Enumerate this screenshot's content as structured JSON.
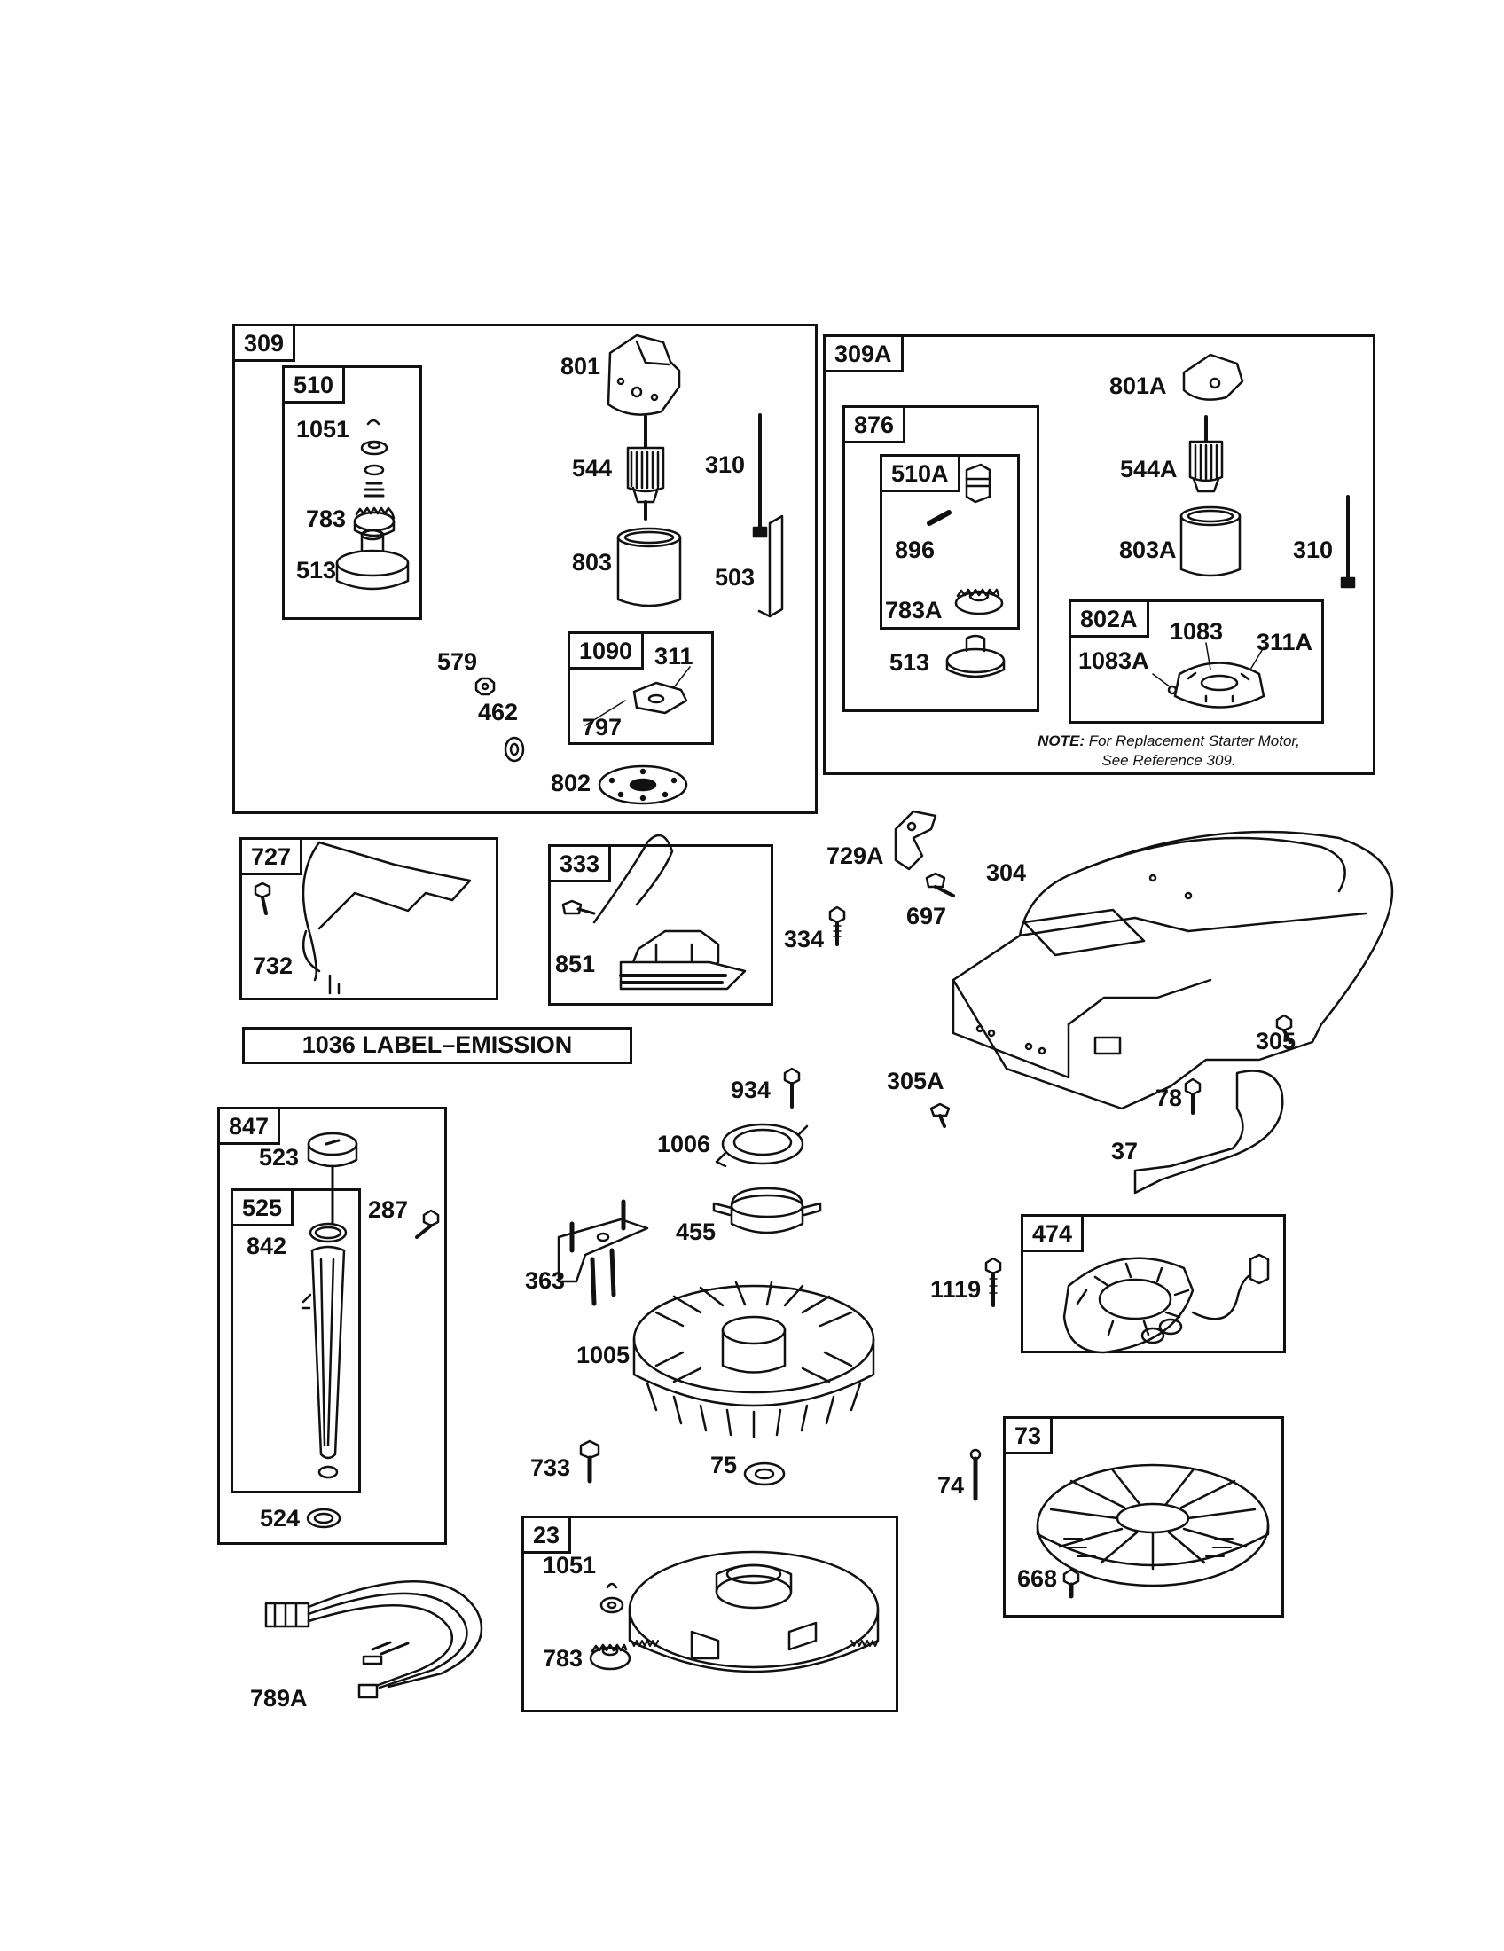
{
  "groups": {
    "g309": "309",
    "g510": "510",
    "g1090": "1090",
    "g309A": "309A",
    "g876": "876",
    "g510A": "510A",
    "g802A": "802A",
    "g727": "727",
    "g333": "333",
    "g847": "847",
    "g525": "525",
    "g474": "474",
    "g73": "73",
    "g23": "23"
  },
  "labels": {
    "p801": "801",
    "p544": "544",
    "p310": "310",
    "p803": "803",
    "p503": "503",
    "p1051": "1051",
    "p783": "783",
    "p513": "513",
    "p579": "579",
    "p462": "462",
    "p802": "802",
    "p311": "311",
    "p797": "797",
    "p801A": "801A",
    "p544A": "544A",
    "p803A": "803A",
    "p310b": "310",
    "p896": "896",
    "p783A": "783A",
    "p513b": "513",
    "p1083": "1083",
    "p1083A": "1083A",
    "p311A": "311A",
    "p732": "732",
    "p851": "851",
    "p334": "334",
    "p729A": "729A",
    "p697": "697",
    "p304": "304",
    "p305": "305",
    "p305A": "305A",
    "p78": "78",
    "p37": "37",
    "p934": "934",
    "p1006": "1006",
    "p455": "455",
    "p363": "363",
    "p1005": "1005",
    "p733": "733",
    "p75": "75",
    "p1119": "1119",
    "p74": "74",
    "p668": "668",
    "p523": "523",
    "p842": "842",
    "p287": "287",
    "p524": "524",
    "p789A": "789A",
    "p1051b": "1051",
    "p783b": "783"
  },
  "banner": "1036 LABEL–EMISSION",
  "note": {
    "prefix": "NOTE:",
    "line1": "For Replacement Starter Motor,",
    "line2": "See Reference 309."
  }
}
